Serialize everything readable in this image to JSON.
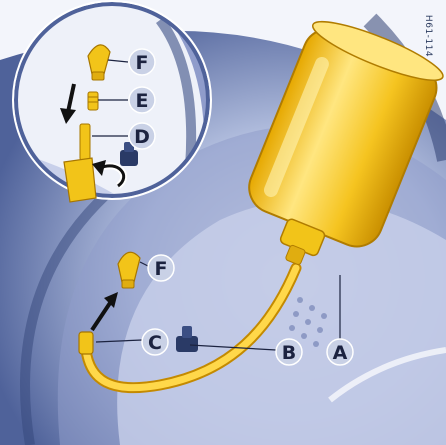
{
  "figure_code": "H61-114",
  "callouts": {
    "a": "A",
    "b": "B",
    "c": "C",
    "d": "D",
    "e": "E",
    "f_inset": "F",
    "f_main": "F"
  },
  "colors": {
    "bottle": "#f2c419",
    "bottle_light": "#ffe680",
    "wheel": "#a6b3d6",
    "wheel_dark": "#3b4e83",
    "callout_fill": "#c9d1e6",
    "callout_text": "#1c2340"
  }
}
